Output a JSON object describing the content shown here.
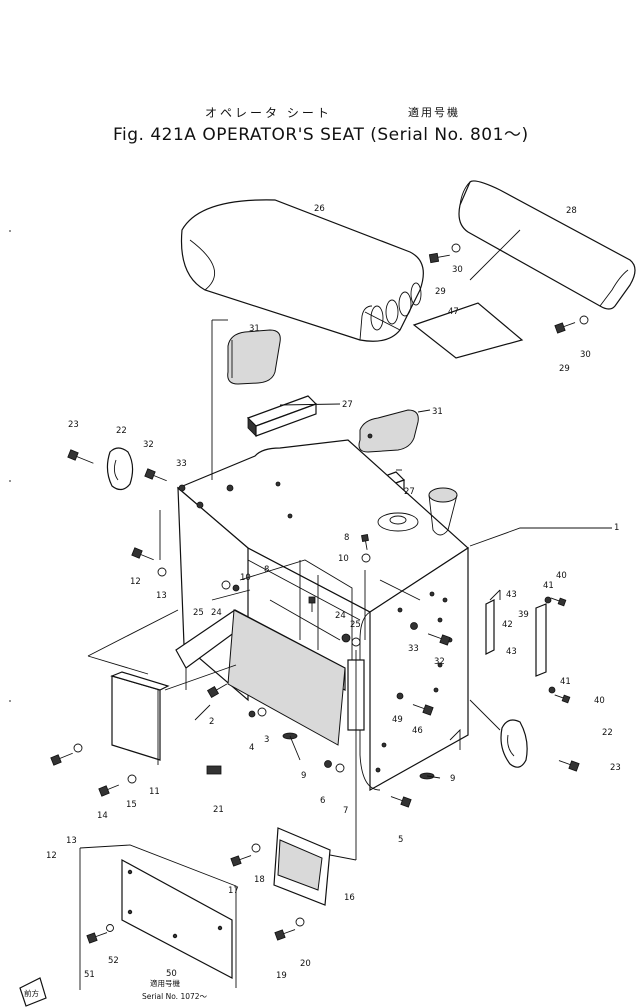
{
  "title": {
    "japanese_name": "オペレータ シート",
    "japanese_serial_note": "適用号機",
    "figure": "Fig. 421A OPERATOR'S SEAT (Serial No. 801～)"
  },
  "part_labels": [
    "26",
    "28",
    "30",
    "29",
    "47",
    "30",
    "29",
    "31",
    "27",
    "31",
    "23",
    "22",
    "32",
    "33",
    "27",
    "1",
    "8",
    "10",
    "12",
    "13",
    "10",
    "8",
    "25",
    "24",
    "43",
    "41",
    "40",
    "39",
    "42",
    "33",
    "32",
    "43",
    "24",
    "25",
    "3",
    "2",
    "41",
    "40",
    "49",
    "46",
    "4",
    "22",
    "23",
    "12",
    "13",
    "14",
    "15",
    "11",
    "9",
    "6",
    "7",
    "9",
    "5",
    "21",
    "17",
    "18",
    "16",
    "51",
    "52",
    "50",
    "19",
    "20"
  ],
  "inset_note": {
    "line1": "適用号機",
    "line2": "Serial No. 1072～"
  },
  "corner_mark": "前方"
}
